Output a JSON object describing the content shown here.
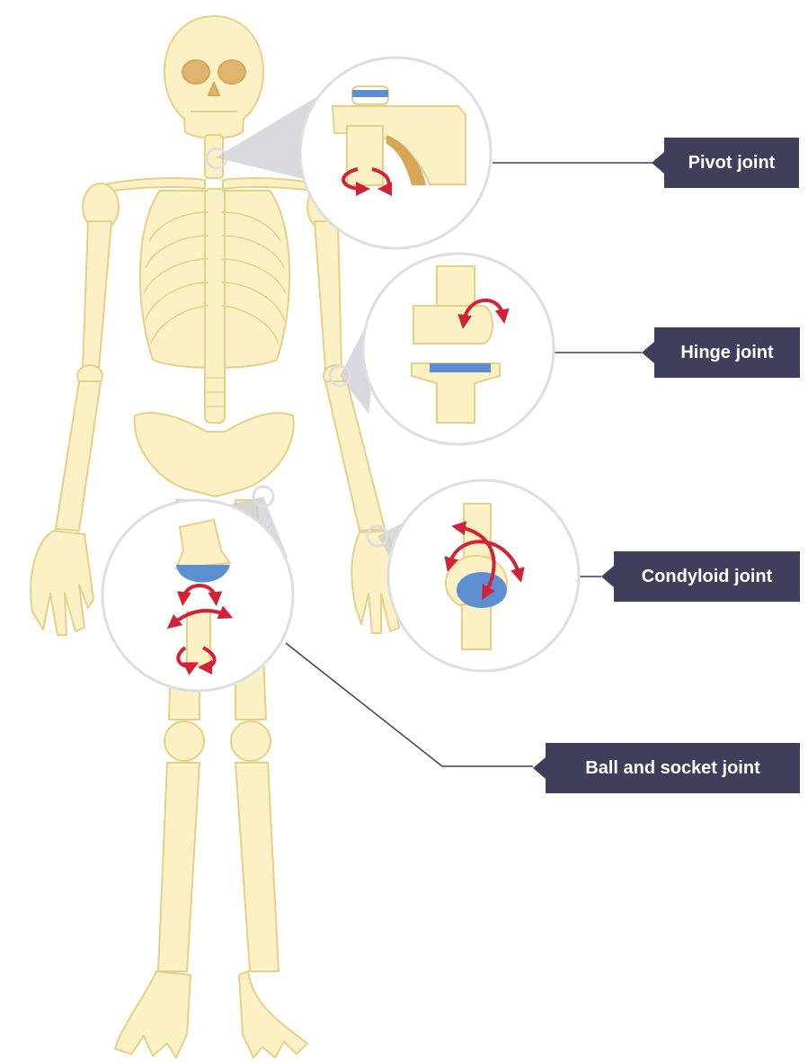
{
  "labels": {
    "pivot": "Pivot joint",
    "hinge": "Hinge joint",
    "condyloid": "Condyloid joint",
    "ball_and_socket": "Ball and socket joint"
  },
  "colors": {
    "bone_fill": "#fbf1c4",
    "bone_stroke": "#e8cf86",
    "bone_dark": "#d9a557",
    "cartilage_blue": "#5b8fd0",
    "arrow_red": "#d22237",
    "label_bg": "#3f3f5c",
    "label_text": "#ffffff",
    "callout_circle": "#dedede",
    "callout_wedge": "#c9ccd3",
    "leader_line": "#3f3f5c"
  },
  "icons": {
    "skeleton": "skeleton-figure",
    "rotation_arrow": "curved-arrow-icon"
  }
}
